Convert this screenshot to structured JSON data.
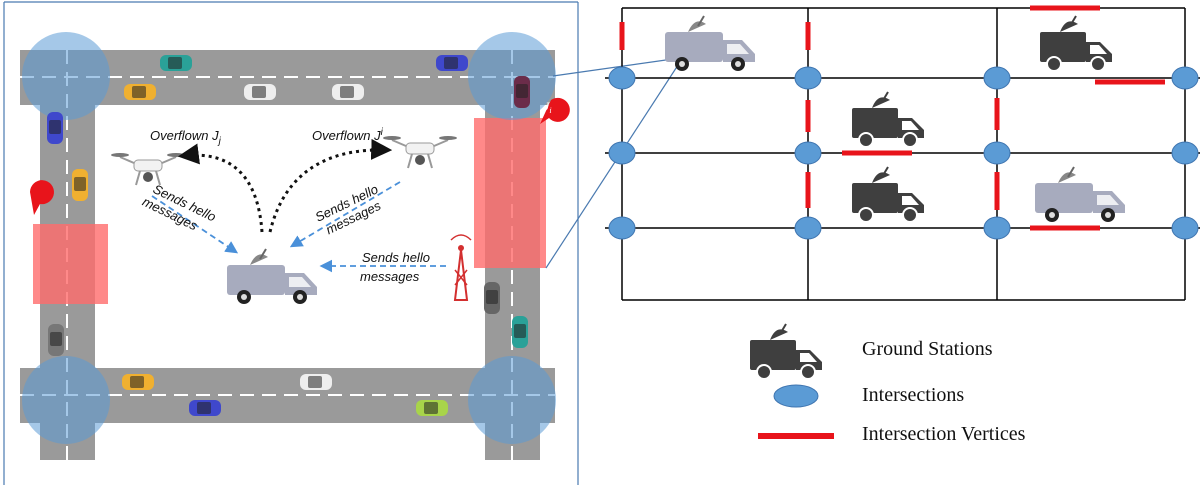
{
  "left_panel": {
    "jammer_left_label": "J",
    "jammer_left_sub": "j",
    "jammer_right_label": "J",
    "jammer_right_sub": "i",
    "overflown_left": "Overflown J",
    "overflown_left_sub": "j",
    "overflown_right": "Overflown J",
    "overflown_right_sub": "i",
    "hello_left": [
      "Sends hello",
      "messages"
    ],
    "hello_right": [
      "Sends hello",
      "messages"
    ],
    "hello_tower": [
      "Sends hello",
      "messages"
    ]
  },
  "legend": {
    "ground_stations": "Ground Stations",
    "intersections": "Intersections",
    "intersection_vertices": "Intersection Vertices"
  },
  "colors": {
    "road": "#9a9a9a",
    "intersection": "#5b9bd5",
    "jam_zone": "#ff6b6b",
    "vertex": "#e8141b",
    "van_light": "#a7abbe",
    "van_dark": "#3f3f3f"
  }
}
